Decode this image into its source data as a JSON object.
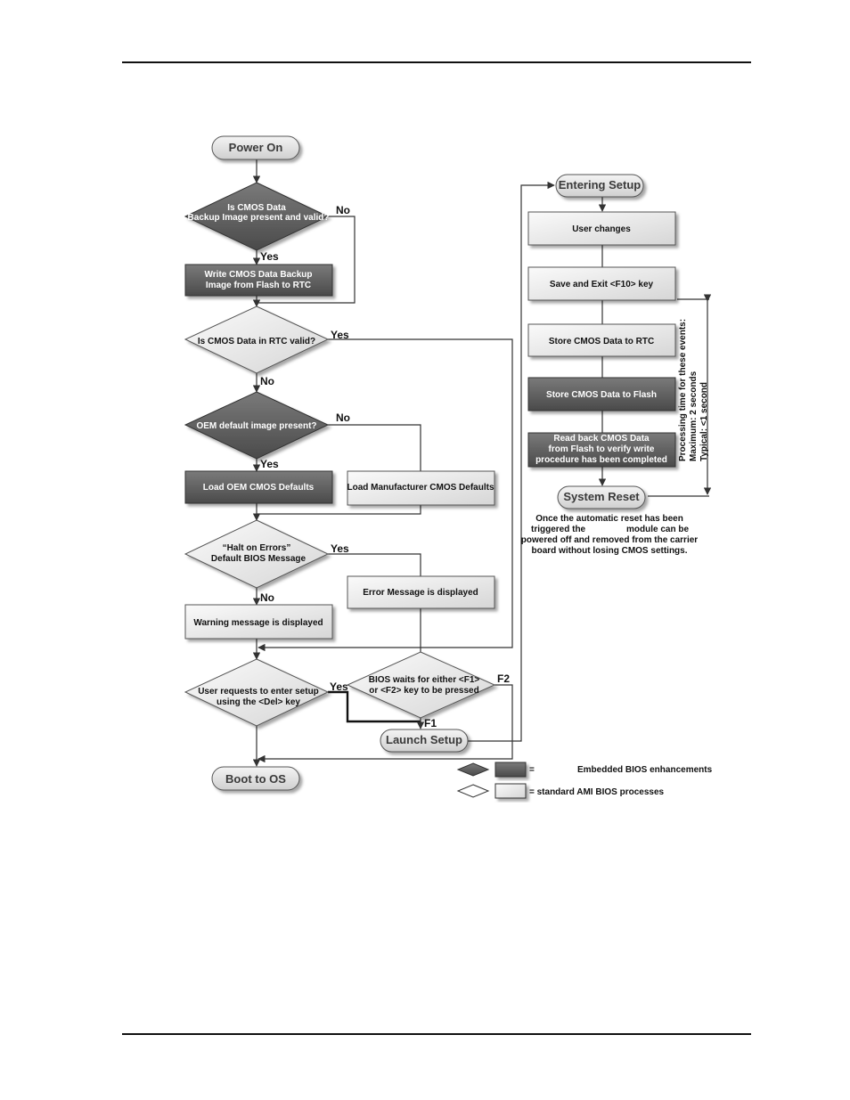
{
  "colors": {
    "dark_fill": "#555555",
    "light_fill": "#eeeeee",
    "terminal_fill": "#e6e6e6",
    "line": "#333333"
  },
  "nodes": {
    "power_on": "Power On",
    "cmos_backup_q": [
      "Is CMOS Data",
      "Backup Image present and valid?"
    ],
    "write_backup": [
      "Write CMOS Data Backup",
      "Image from Flash to RTC"
    ],
    "rtc_valid_q": "Is CMOS Data in RTC valid?",
    "oem_image_q": "OEM default image present?",
    "load_oem": "Load OEM CMOS Defaults",
    "load_mfr": "Load Manufacturer CMOS Defaults",
    "halt_q": [
      "“Halt on Errors”",
      "Default BIOS Message"
    ],
    "error_msg": "Error Message is displayed",
    "warning_msg": "Warning message is displayed",
    "user_setup_q": [
      "User requests to enter setup",
      "using the <Del> key"
    ],
    "bios_wait_q": [
      "BIOS waits for either <F1>",
      "or <F2> key to be pressed"
    ],
    "launch_setup": "Launch Setup",
    "boot_os": "Boot to OS",
    "entering_setup": "Entering Setup",
    "user_changes": "User changes",
    "save_exit": "Save and Exit <F10> key",
    "store_rtc": "Store CMOS Data to RTC",
    "store_flash": "Store CMOS Data to Flash",
    "read_back": [
      "Read back CMOS Data",
      "from Flash to verify write",
      "procedure has been completed"
    ],
    "system_reset": "System Reset"
  },
  "labels": {
    "yes": "Yes",
    "no": "No",
    "f1": "F1",
    "f2": "F2"
  },
  "timing_note": [
    "Processing time for these events:",
    "Maximum: 2 seconds",
    "Typical: <1 second"
  ],
  "reset_note": [
    "Once the automatic reset has been",
    "triggered the",
    "module can be",
    "powered off and removed from the carrier",
    "board without losing CMOS settings."
  ],
  "legend": {
    "embedded_prefix": "=",
    "embedded": "Embedded BIOS enhancements",
    "standard": "= standard AMI BIOS processes"
  }
}
